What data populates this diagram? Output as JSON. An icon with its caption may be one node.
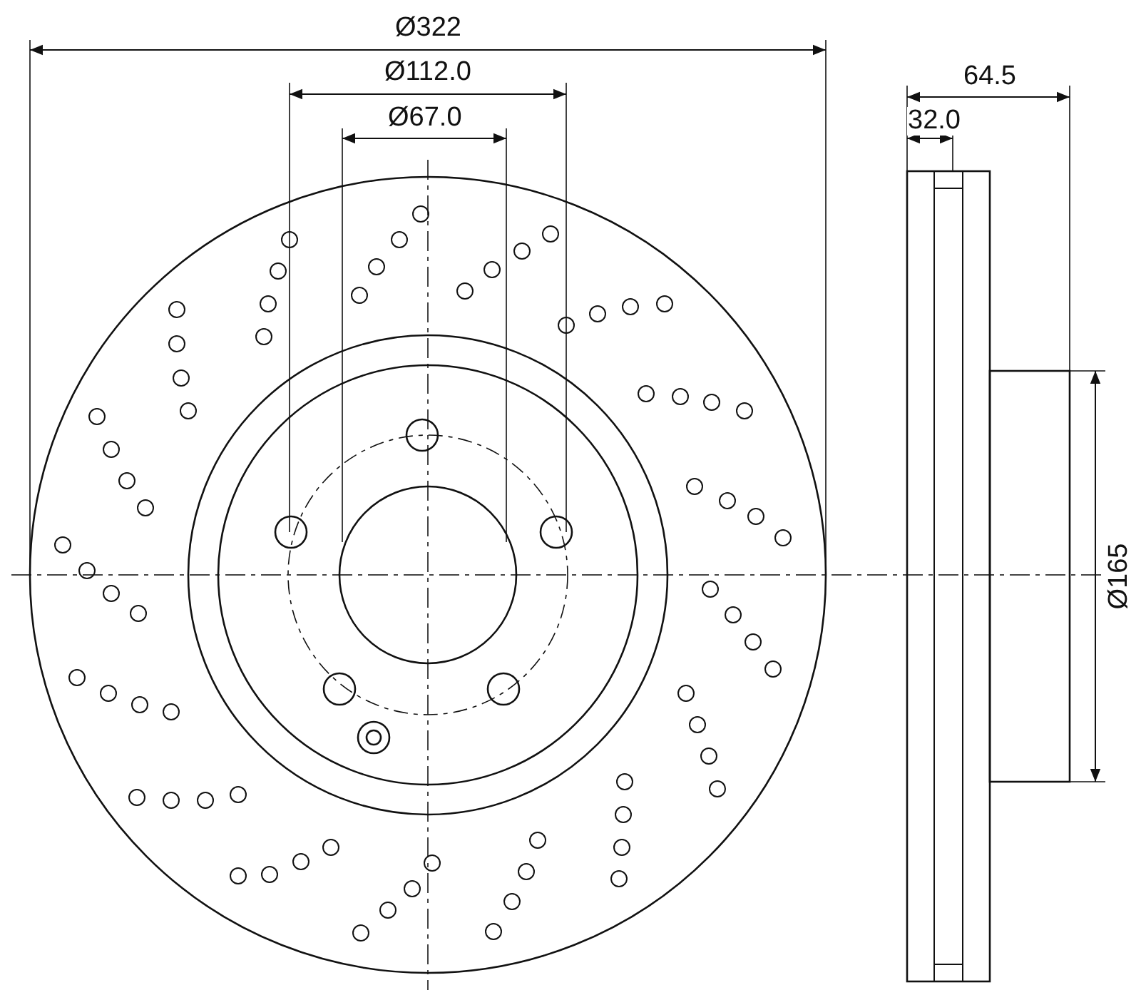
{
  "diagram": {
    "labels": [
      "Ø322",
      "Ø112.0",
      "Ø67.0",
      "64.5",
      "32.0",
      "Ø165"
    ]
  }
}
